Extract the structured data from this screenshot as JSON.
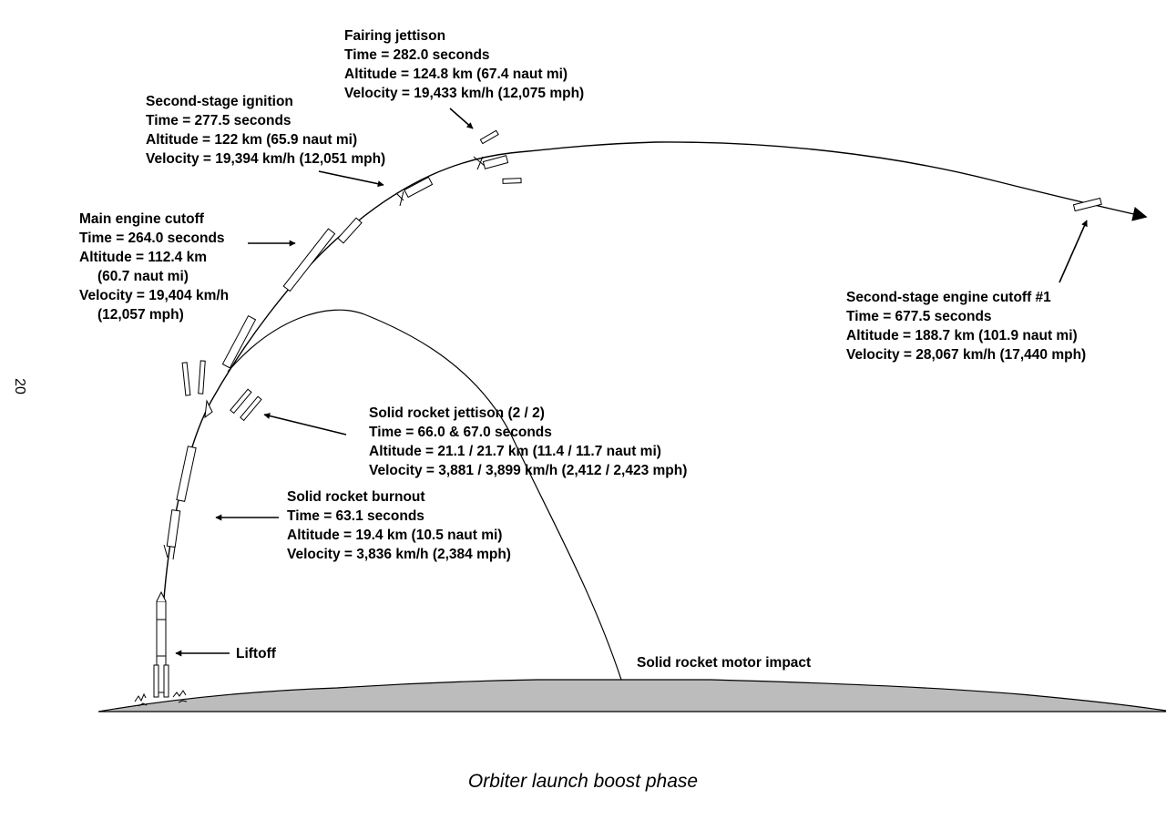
{
  "page_number": "20",
  "caption": "Orbiter launch boost phase",
  "events": {
    "fairing": {
      "title": "Fairing jettison",
      "time": "Time = 282.0 seconds",
      "altitude": "Altitude = 124.8 km (67.4 naut mi)",
      "velocity": "Velocity = 19,433 km/h (12,075 mph)"
    },
    "second_ignition": {
      "title": "Second-stage ignition",
      "time": "Time = 277.5 seconds",
      "altitude": "Altitude = 122 km (65.9 naut mi)",
      "velocity": "Velocity = 19,394 km/h (12,051 mph)"
    },
    "meco": {
      "title": "Main engine cutoff",
      "time": "Time = 264.0 seconds",
      "altitude_1": "Altitude = 112.4 km",
      "altitude_2": "(60.7 naut mi)",
      "velocity_1": "Velocity = 19,404 km/h",
      "velocity_2": "(12,057 mph)"
    },
    "seco": {
      "title": "Second-stage engine cutoff #1",
      "time": "Time = 677.5 seconds",
      "altitude": "Altitude = 188.7 km (101.9 naut mi)",
      "velocity": "Velocity = 28,067 km/h (17,440 mph)"
    },
    "srm_jettison": {
      "title": "Solid rocket jettison (2 / 2)",
      "time": "Time = 66.0 & 67.0 seconds",
      "altitude": "Altitude = 21.1 / 21.7 km (11.4 / 11.7 naut mi)",
      "velocity": "Velocity = 3,881 / 3,899 km/h (2,412 / 2,423 mph)"
    },
    "srm_burnout": {
      "title": "Solid rocket burnout",
      "time": "Time = 63.1 seconds",
      "altitude": "Altitude = 19.4 km (10.5 naut mi)",
      "velocity": "Velocity = 3,836 km/h (2,384 mph)"
    },
    "liftoff": {
      "title": "Liftoff"
    },
    "srm_impact": {
      "title": "Solid rocket motor impact"
    }
  }
}
